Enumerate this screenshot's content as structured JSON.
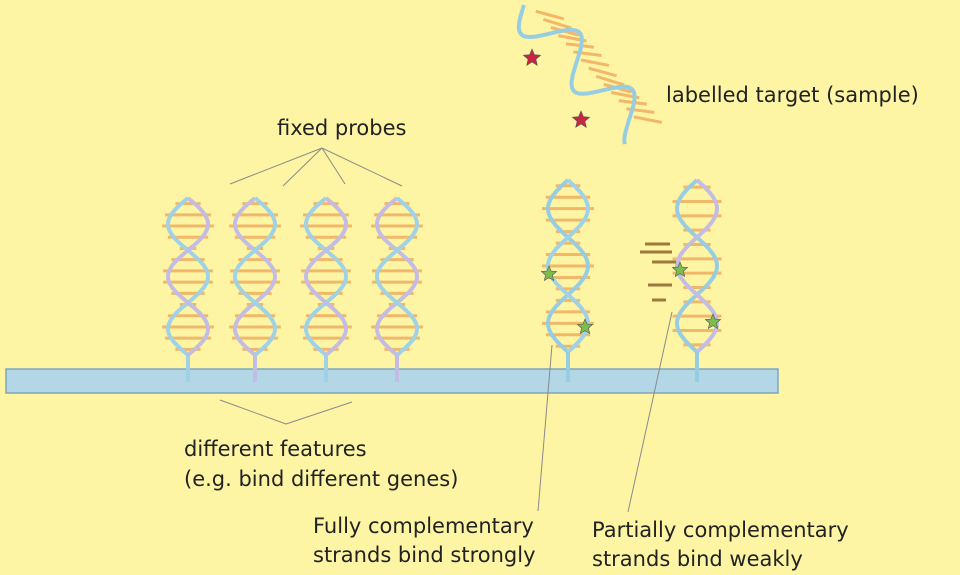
{
  "colors": {
    "background": "#fdf5a4",
    "substrate_fill": "#b3d7e6",
    "substrate_stroke": "#7fa7ba",
    "probe_strand_blue": "#9fd2e6",
    "probe_strand_lavender": "#c3bde4",
    "base_orange": "#f1b76a",
    "mismatch_base_brown": "#9c7a3e",
    "target_strand": "#97cde3",
    "target_label_star": "#c8253e",
    "bound_label_star": "#7dbd4c",
    "leader_line": "#8a8a8a"
  },
  "labels": {
    "fixed_probes": "fixed probes",
    "labelled_target": "labelled target (sample)",
    "features_line1": "different features",
    "features_line2": "(e.g. bind different genes)",
    "fully_line1": "Fully complementary",
    "fully_line2": "strands bind strongly",
    "partially_line1": "Partially complementary",
    "partially_line2": "strands bind weakly"
  },
  "icons": {
    "target_label": "red-star-icon",
    "bound_label": "green-star-icon"
  },
  "diagram": {
    "fixed_probe_count": 4,
    "bound_examples": [
      "fully-complementary",
      "partially-complementary"
    ]
  }
}
